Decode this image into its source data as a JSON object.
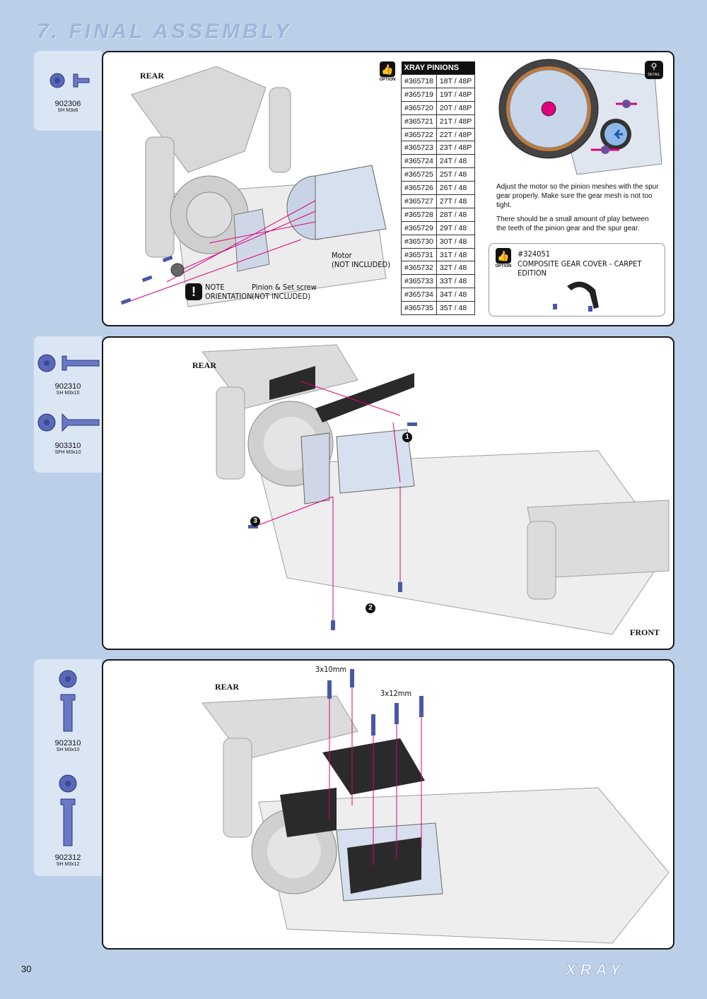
{
  "header": {
    "title": "7. FINAL ASSEMBLY"
  },
  "sidebar1": {
    "parts": [
      {
        "code": "902306",
        "desc": "SH M3x6"
      }
    ]
  },
  "sidebar2": {
    "parts": [
      {
        "code": "902310",
        "desc": "SH M3x10"
      },
      {
        "code": "903310",
        "desc": "SFH M3x10"
      }
    ]
  },
  "sidebar3": {
    "parts": [
      {
        "code": "902310",
        "desc": "SH M3x10"
      },
      {
        "code": "902312",
        "desc": "SH M3x12"
      }
    ]
  },
  "panel1": {
    "rear_label": "REAR",
    "motor_label_1": "Motor",
    "motor_label_2": "(NOT INCLUDED)",
    "note_label_1": "NOTE",
    "note_label_2": "ORIENTATION",
    "pinion_label_1": "Pinion & Set screw",
    "pinion_label_2": "(NOT INCLUDED)",
    "option_label": "OPTION",
    "detail_label": "DETAIL",
    "table_title": "XRAY PINIONS",
    "pinions": [
      [
        "#365718",
        "18T / 48P"
      ],
      [
        "#365719",
        "19T / 48P"
      ],
      [
        "#365720",
        "20T / 48P"
      ],
      [
        "#365721",
        "21T / 48P"
      ],
      [
        "#365722",
        "22T / 48P"
      ],
      [
        "#365723",
        "23T / 48P"
      ],
      [
        "#365724",
        "24T / 48"
      ],
      [
        "#365725",
        "25T / 48"
      ],
      [
        "#365726",
        "26T / 48"
      ],
      [
        "#365727",
        "27T / 48"
      ],
      [
        "#365728",
        "28T / 48"
      ],
      [
        "#365729",
        "29T / 48"
      ],
      [
        "#365730",
        "30T / 48"
      ],
      [
        "#365731",
        "31T / 48"
      ],
      [
        "#365732",
        "32T / 48"
      ],
      [
        "#365733",
        "33T / 48"
      ],
      [
        "#365734",
        "34T / 48"
      ],
      [
        "#365735",
        "35T / 48"
      ]
    ],
    "info_1": "Adjust the motor so the pinion meshes with the spur gear properly. Make sure the gear mesh is not too tight.",
    "info_2": "There should be a small amount of play between the teeth of the pinion gear and the spur gear.",
    "option_part_code": "#324051",
    "option_part_name": "COMPOSITE GEAR COVER - CARPET EDITION"
  },
  "panel2": {
    "rear_label": "REAR",
    "front_label": "FRONT",
    "step1": "1",
    "step2": "2",
    "step3": "3"
  },
  "panel3": {
    "rear_label": "REAR",
    "size1": "3x10mm",
    "size2": "3x12mm"
  },
  "footer": {
    "page_number": "30",
    "brand": "XRAY"
  },
  "colors": {
    "accent": "#e0007a",
    "background": "#bccfe9",
    "title": "#9fb6da",
    "screw": "#4a57a8"
  }
}
